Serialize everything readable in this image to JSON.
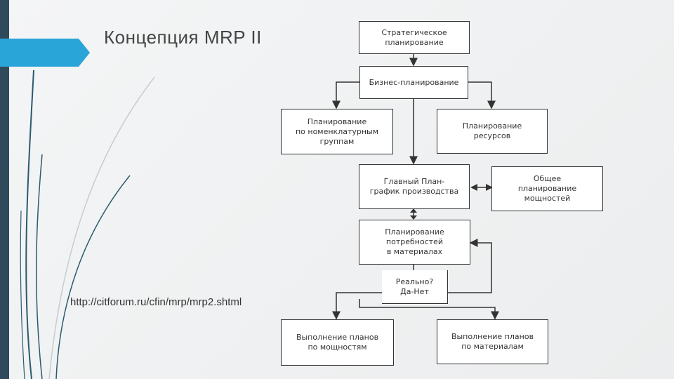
{
  "slide": {
    "title": "Концепция MRP II",
    "source_url": "http://citforum.ru/cfin/mrp/mrp2.shtml"
  },
  "colors": {
    "left_bar": "#2f4a5a",
    "accent": "#2aa5d8",
    "decor_lines": "#2b5a6e"
  },
  "diagram": {
    "nodes": {
      "strategic": "Стратегическое\nпланирование",
      "business": "Бизнес-планирование",
      "nomenclature": "Планирование\nпо номенклатурным\nгруппам",
      "resources": "Планирование\nресурсов",
      "master": "Главный План-\nграфик производства",
      "capacity": "Общее\nпланирование\nмощностей",
      "materials": "Планирование\nпотребностей\nв материалах",
      "feasible": "Реально?\nДа-Нет",
      "exec_capacity": "Выполнение планов\nпо мощностям",
      "exec_materials": "Выполнение планов\nпо материалам"
    }
  }
}
